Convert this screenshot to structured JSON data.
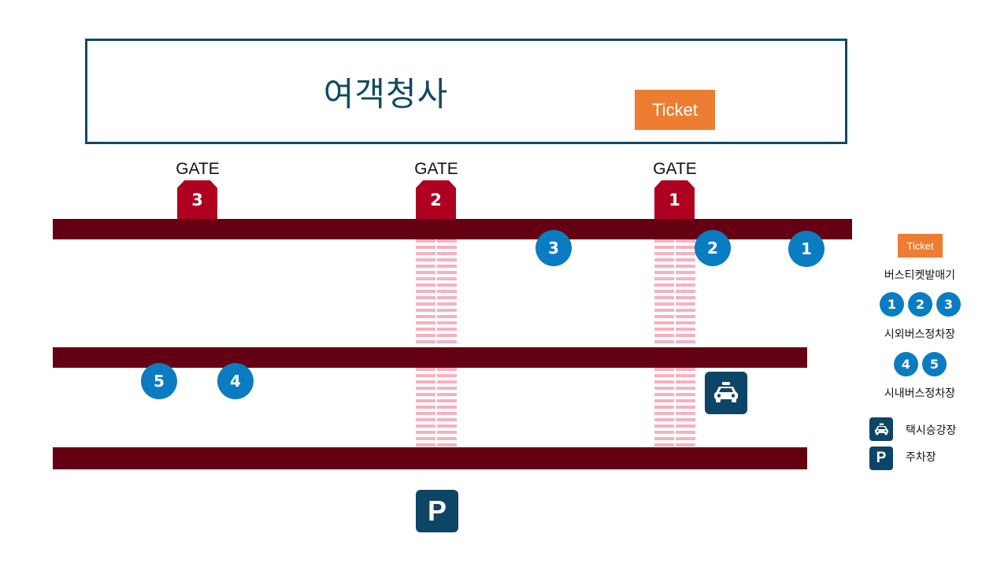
{
  "terminal": {
    "title": "여객청사",
    "ticket_label": "Ticket"
  },
  "gates": [
    {
      "label": "GATE",
      "number": "3"
    },
    {
      "label": "GATE",
      "number": "2"
    },
    {
      "label": "GATE",
      "number": "1"
    }
  ],
  "intercity_stops": [
    "3",
    "2",
    "1"
  ],
  "city_stops": [
    "5",
    "4"
  ],
  "icons": {
    "taxi": "taxi-icon",
    "parking": "parking-icon",
    "parking_letter": "P"
  },
  "colors": {
    "road": "#650014",
    "gate": "#b00020",
    "stop": "#0a7cc1",
    "ticket": "#ed7d31",
    "icon_bg": "#0d4566",
    "crosswalk": "#f6b1c1",
    "terminal_border": "#0f4a63"
  },
  "legend": {
    "ticket_label": "Ticket",
    "ticket_text": "버스티켓발매기",
    "intercity_numbers": [
      "1",
      "2",
      "3"
    ],
    "intercity_text": "시외버스정차장",
    "city_numbers": [
      "4",
      "5"
    ],
    "city_text": "시내버스정차장",
    "taxi_text": "택시승강장",
    "parking_letter": "P",
    "parking_text": "주차장"
  }
}
